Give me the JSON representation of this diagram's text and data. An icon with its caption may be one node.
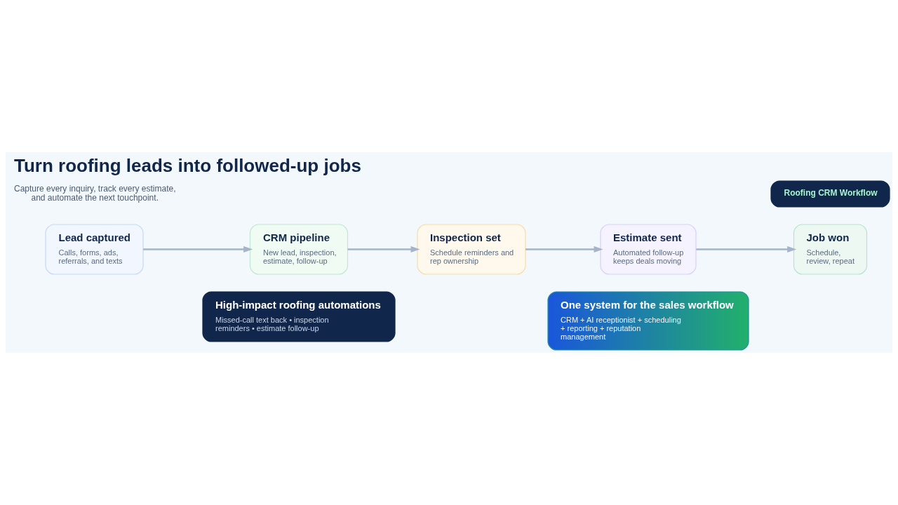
{
  "diagram": {
    "title": "Turn roofing leads into followed-up jobs",
    "nodes": [
      {
        "text": [
          "Roofing CRM Workflow"
        ]
      },
      {
        "text": [
          "Lead captured",
          "Calls, forms, ads, referrals, and texts"
        ]
      },
      {
        "text": [
          "CRM pipeline",
          "New lead, inspection, estimate, follow-up"
        ]
      },
      {
        "text": [
          "Inspection set",
          "Schedule reminders and rep ownership"
        ]
      },
      {
        "text": [
          "Estimate sent",
          "Automated follow-up keeps deals moving"
        ]
      },
      {
        "text": [
          "Job won",
          "Schedule, review, repeat"
        ]
      },
      {
        "text": [
          "High-impact roofing automations",
          "Missed-call text back • inspection reminders • estimate follow-up"
        ]
      },
      {
        "text": [
          "One system for the sales workflow",
          "CRM + AI receptionist + scheduling + reporting + reputation management"
        ]
      }
    ],
    "edges": [
      {
        "from": 1,
        "to": 2,
        "arrow": "to"
      },
      {
        "from": 2,
        "to": 3,
        "arrow": "to"
      },
      {
        "from": 3,
        "to": 4,
        "arrow": "to"
      },
      {
        "from": 4,
        "to": 5,
        "arrow": "to"
      }
    ],
    "labels": [
      "Capture every inquiry, track every estimate, and automate the next touchpoint."
    ]
  }
}
